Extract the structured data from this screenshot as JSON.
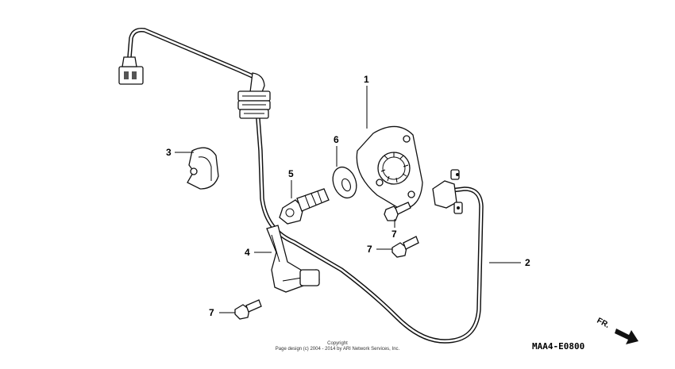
{
  "diagram": {
    "callouts": [
      {
        "id": "1",
        "text": "1"
      },
      {
        "id": "2",
        "text": "2"
      },
      {
        "id": "3",
        "text": "3"
      },
      {
        "id": "4",
        "text": "4"
      },
      {
        "id": "5",
        "text": "5"
      },
      {
        "id": "6",
        "text": "6"
      },
      {
        "id": "7a",
        "text": "7"
      },
      {
        "id": "7b",
        "text": "7"
      },
      {
        "id": "7c",
        "text": "7"
      }
    ],
    "diagram_code": "MAA4-E0800",
    "direction_label": "FR.",
    "copyright_title": "Copyright",
    "copyright_line": "Page design (c) 2004 - 2014 by ARI Network Services, Inc."
  }
}
